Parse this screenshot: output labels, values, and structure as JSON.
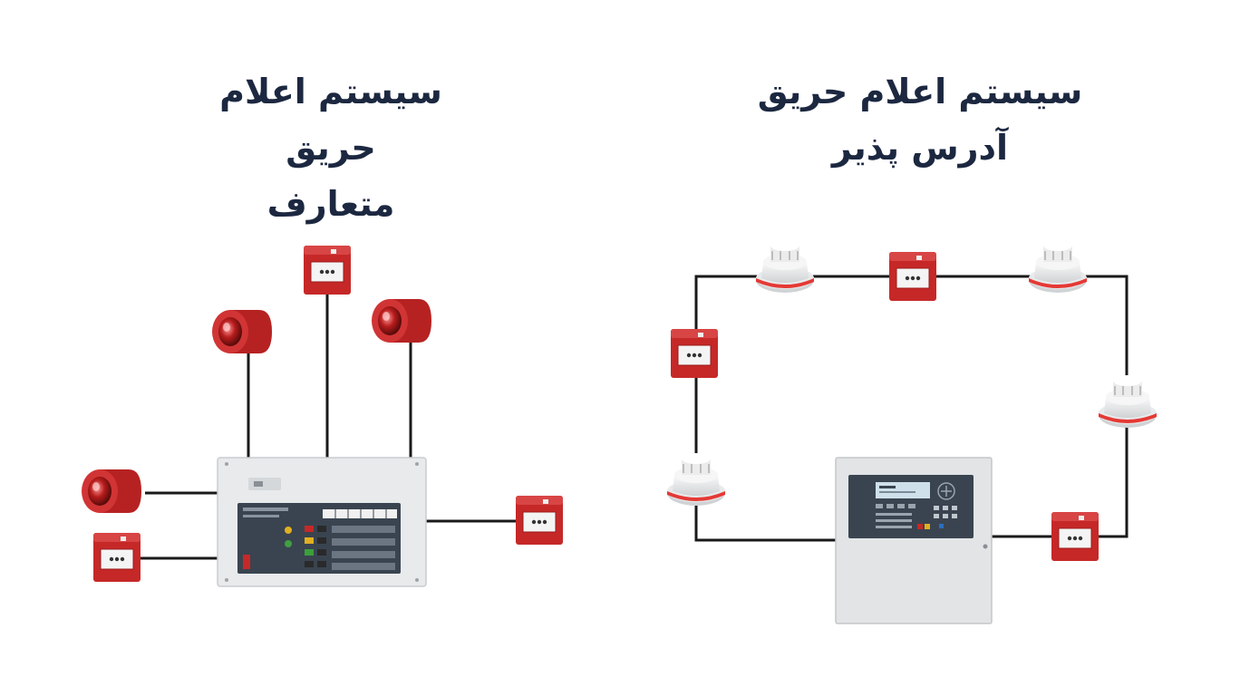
{
  "panels": {
    "conventional": {
      "title_line1": "سیستم اعلام حریق",
      "title_line2": "متعارف"
    },
    "addressable": {
      "title_line1": "سیستم اعلام حریق",
      "title_line2": "آدرس پذیر"
    }
  },
  "colors": {
    "title": "#1c2840",
    "wire": "#1a1a1a",
    "device_red": "#c62828",
    "panel_grey": "#e2e4e6",
    "display_dark": "#3a4450"
  },
  "icons": [
    "manual-call-point-icon",
    "sounder-icon",
    "smoke-detector-icon",
    "control-panel-icon"
  ]
}
